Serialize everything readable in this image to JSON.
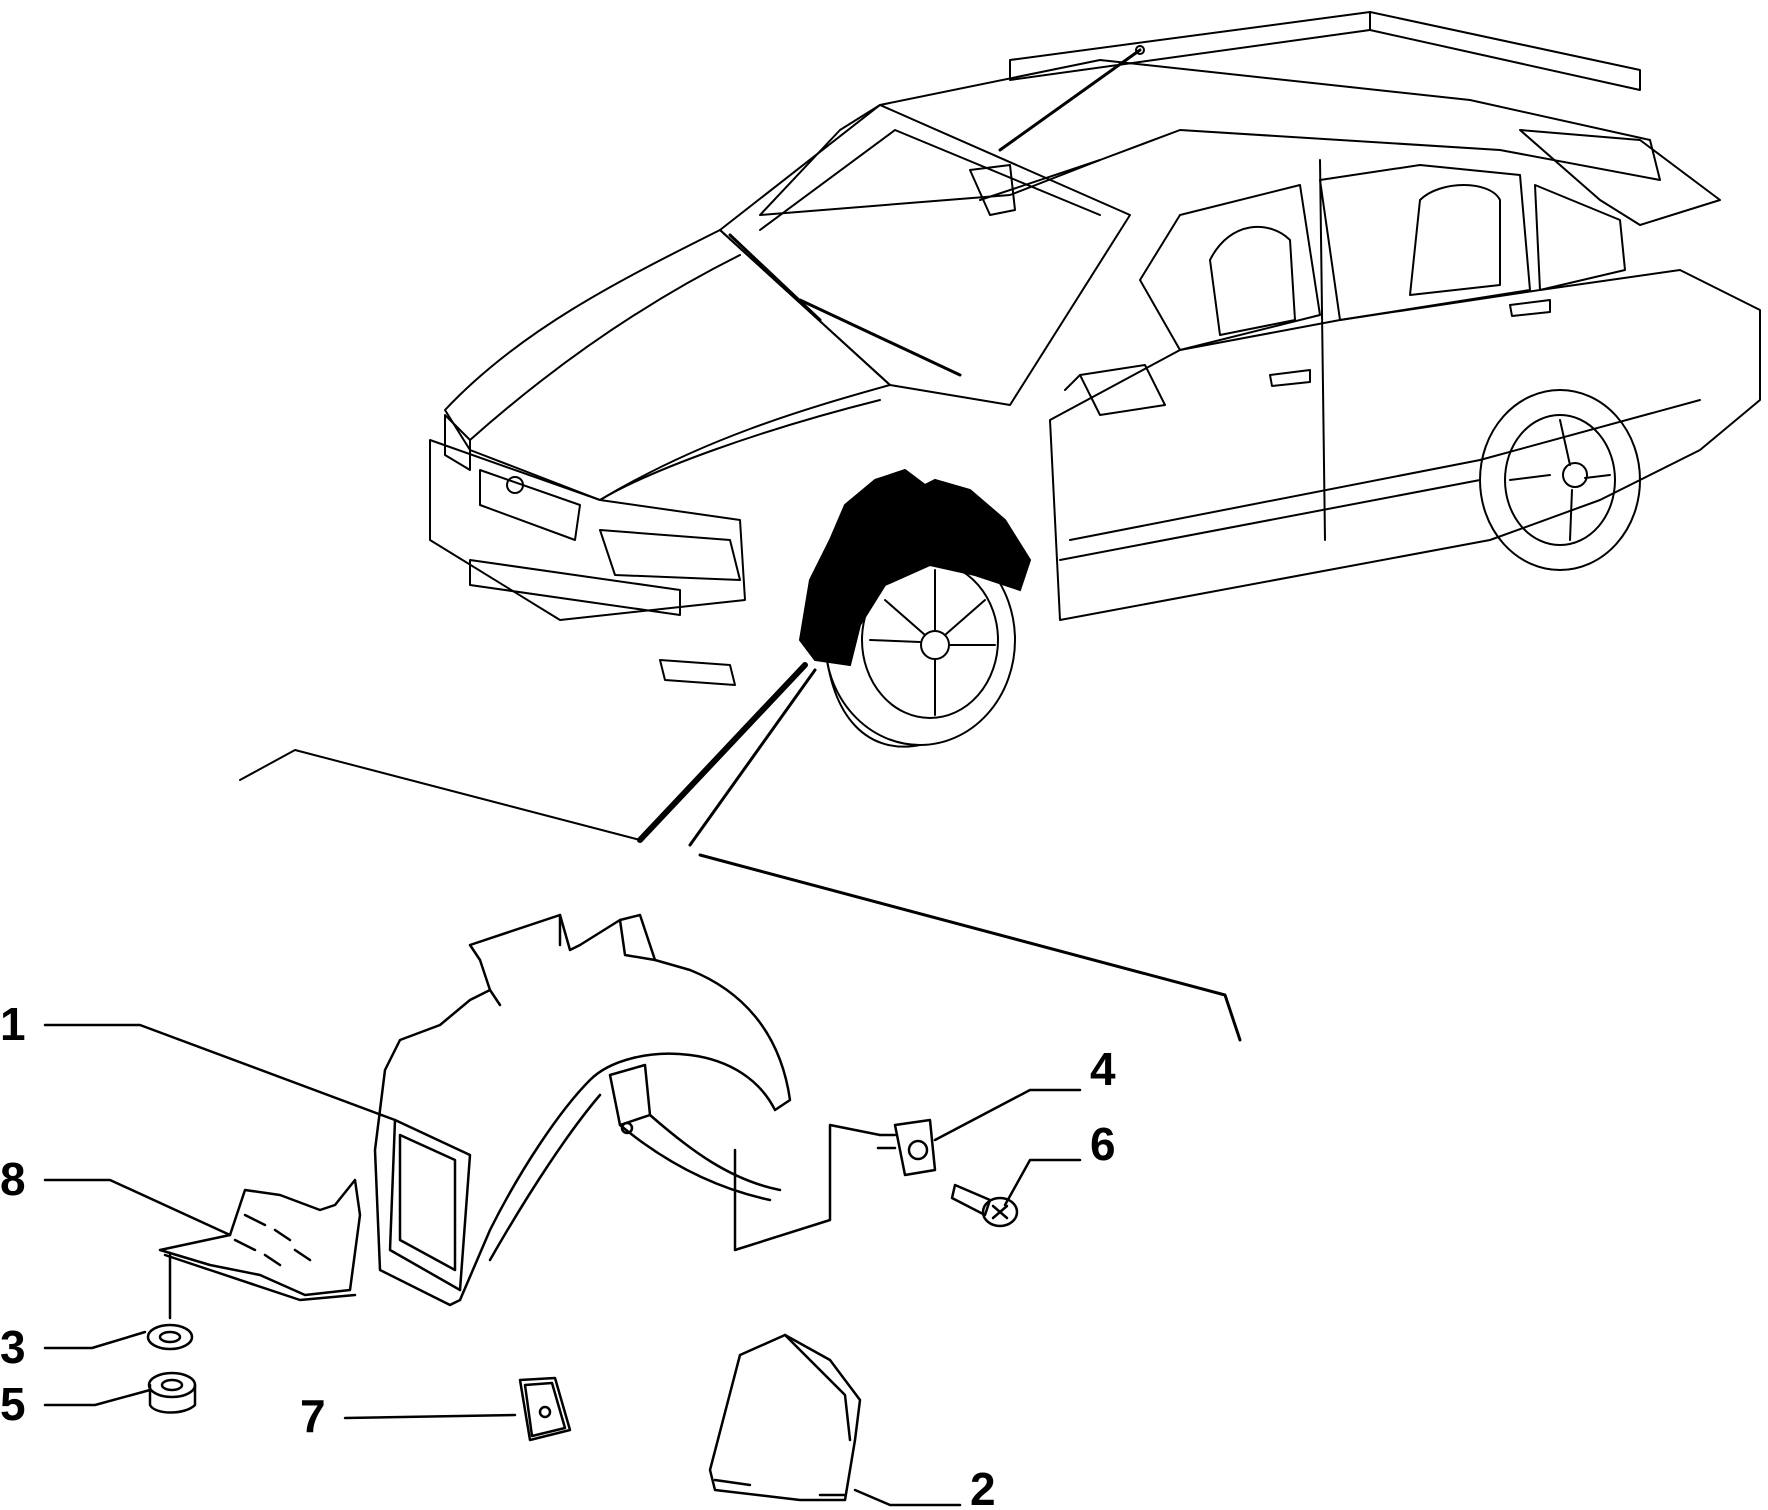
{
  "diagram": {
    "callouts": [
      {
        "id": "1",
        "label": "1"
      },
      {
        "id": "2",
        "label": "2"
      },
      {
        "id": "3",
        "label": "3"
      },
      {
        "id": "4",
        "label": "4"
      },
      {
        "id": "5",
        "label": "5"
      },
      {
        "id": "6",
        "label": "6"
      },
      {
        "id": "7",
        "label": "7"
      },
      {
        "id": "8",
        "label": "8"
      }
    ],
    "colors": {
      "stroke": "#000000",
      "background": "#ffffff",
      "highlight": "#000000"
    }
  }
}
